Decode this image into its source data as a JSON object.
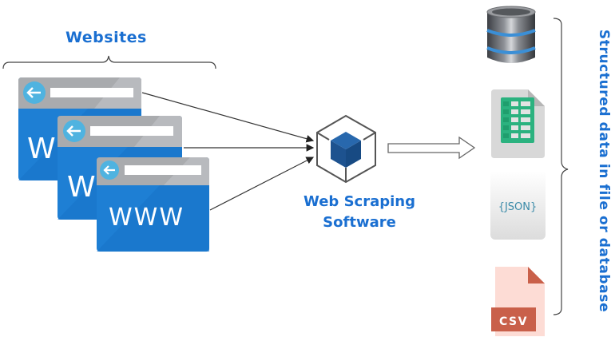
{
  "labels": {
    "websites": "Websites",
    "software_line1": "Web Scraping",
    "software_line2": "Software",
    "output": "Structured data in file or database"
  },
  "browser_windows": [
    {
      "text": "W",
      "icon": "back-arrow-icon"
    },
    {
      "text": "W",
      "icon": "back-arrow-icon"
    },
    {
      "text": "WWW",
      "icon": "back-arrow-icon"
    }
  ],
  "outputs": [
    {
      "name": "database",
      "icon": "database-icon"
    },
    {
      "name": "spreadsheet",
      "icon": "spreadsheet-file-icon"
    },
    {
      "name": "json",
      "icon": "json-file-icon",
      "text": "{JSON}"
    },
    {
      "name": "csv",
      "icon": "csv-file-icon",
      "text": "CSV"
    }
  ],
  "colors": {
    "label_blue": "#1a6fd1",
    "window_blue": "#1e7fd4",
    "window_gray": "#a9abae",
    "cube_blue": "#1f5a9c",
    "csv_red": "#c9604a",
    "sheet_green": "#2bb27f"
  }
}
